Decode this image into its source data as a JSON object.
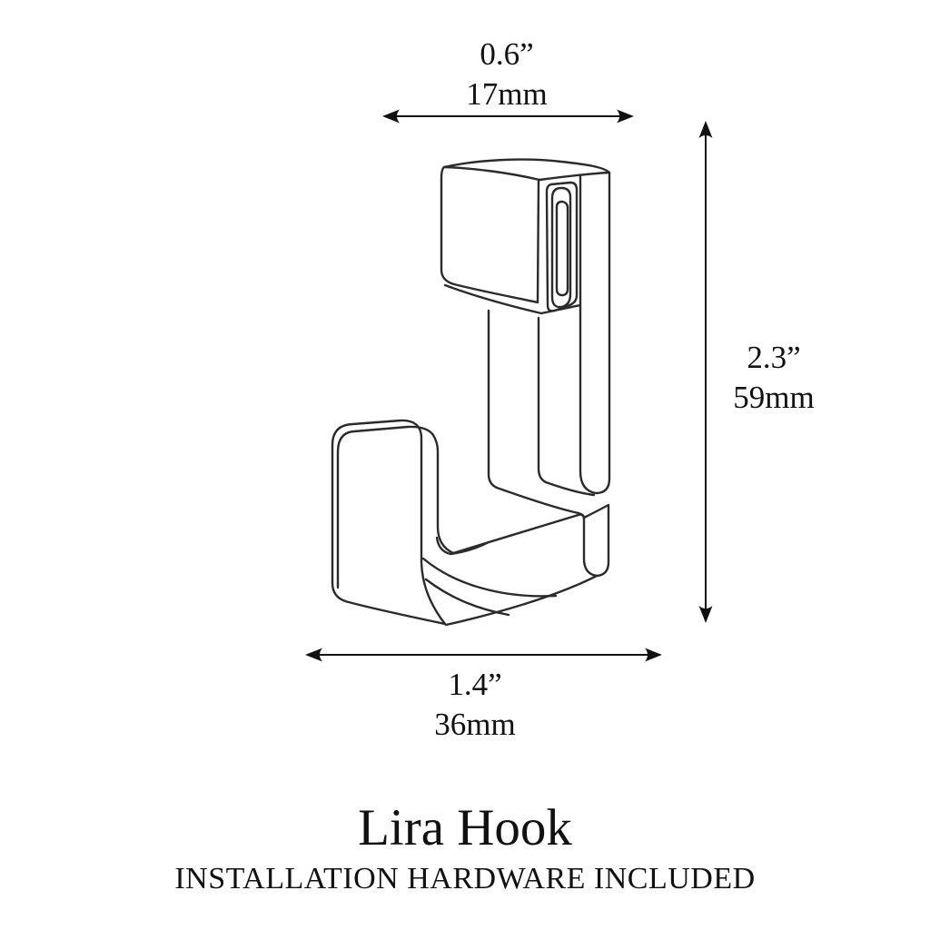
{
  "product": {
    "title": "Lira Hook",
    "subtitle": "INSTALLATION HARDWARE INCLUDED"
  },
  "dimensions": {
    "width_top": {
      "inches": "0.6”",
      "mm": "17mm"
    },
    "height_right": {
      "inches": "2.3”",
      "mm": "59mm"
    },
    "depth_bottom": {
      "inches": "1.4”",
      "mm": "36mm"
    }
  },
  "drawing": {
    "subject": "wall hook line drawing",
    "parts": [
      "mounting head with keyhole slot",
      "back plate",
      "neck",
      "j-hook arm",
      "bottom bar"
    ]
  },
  "colors": {
    "background": "#ffffff",
    "line": "#2b2b2b",
    "text": "#111111"
  }
}
